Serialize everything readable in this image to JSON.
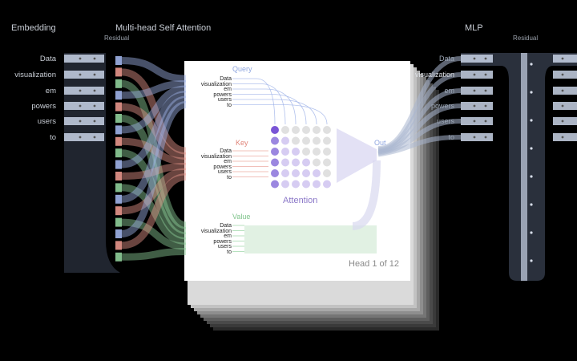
{
  "headers": {
    "embedding": "Embedding",
    "attention": "Multi-head Self Attention",
    "mlp": "MLP",
    "residual_left": "Residual",
    "residual_right": "Residual"
  },
  "tokens": [
    "Data",
    "visualization",
    "em",
    "powers",
    "users",
    "to"
  ],
  "head_panel": {
    "query_label": "Query",
    "key_label": "Key",
    "value_label": "Value",
    "out_label": "Out",
    "attention_label": "Attention",
    "head_counter": "Head 1 of 12"
  },
  "colors": {
    "query": "#9fb3e8",
    "key": "#e8968c",
    "value": "#8fcf9a",
    "attention": "#7a55d6",
    "residual": "#7f93b8"
  }
}
